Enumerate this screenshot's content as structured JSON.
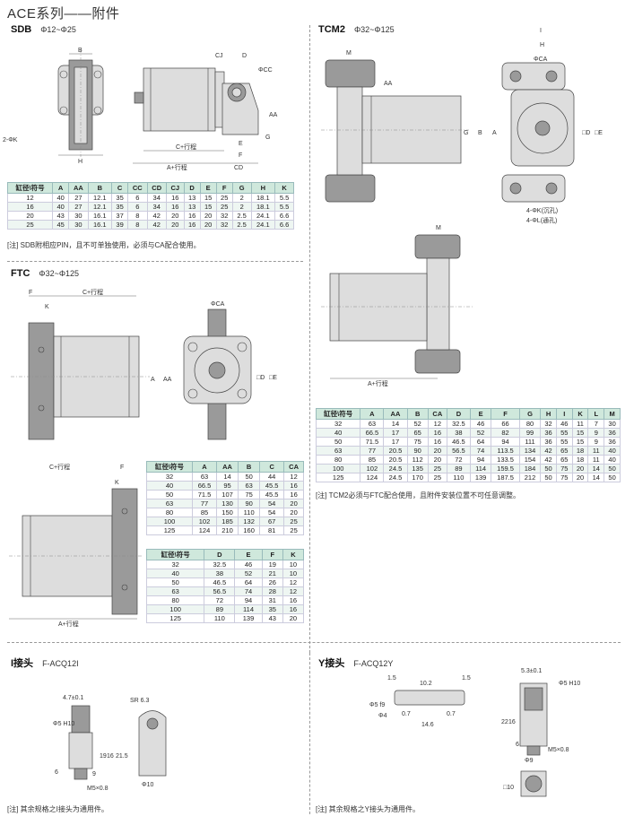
{
  "page_title": "ACE系列——附件",
  "sdb": {
    "title": "SDB",
    "range": "Φ12~Φ25",
    "dims": {
      "b": "B",
      "h": "H",
      "phik": "2-ΦK",
      "cj": "CJ",
      "d": "D",
      "phicc": "ΦCC",
      "aa": "AA",
      "g": "G",
      "e": "E",
      "f": "F",
      "cstroke": "C+行程",
      "astroke": "A+行程",
      "cd": "CD"
    },
    "headers": [
      "缸径\\符号",
      "A",
      "AA",
      "B",
      "C",
      "CC",
      "CD",
      "CJ",
      "D",
      "E",
      "F",
      "G",
      "H",
      "K"
    ],
    "rows": [
      [
        "12",
        "40",
        "27",
        "12.1",
        "35",
        "6",
        "34",
        "16",
        "13",
        "15",
        "25",
        "2",
        "18.1",
        "5.5"
      ],
      [
        "16",
        "40",
        "27",
        "12.1",
        "35",
        "6",
        "34",
        "16",
        "13",
        "15",
        "25",
        "2",
        "18.1",
        "5.5"
      ],
      [
        "20",
        "43",
        "30",
        "16.1",
        "37",
        "8",
        "42",
        "20",
        "16",
        "20",
        "32",
        "2.5",
        "24.1",
        "6.6"
      ],
      [
        "25",
        "45",
        "30",
        "16.1",
        "39",
        "8",
        "42",
        "20",
        "16",
        "20",
        "32",
        "2.5",
        "24.1",
        "6.6"
      ]
    ],
    "note": "[注] SDB附相应PIN，且不可单独使用，必须与CA配合使用。"
  },
  "tcm2": {
    "title": "TCM2",
    "range": "Φ32~Φ125",
    "dims": {
      "m": "M",
      "aa": "AA",
      "i": "I",
      "h": "H",
      "phica": "ΦCA",
      "g": "G",
      "b": "B",
      "a": "A",
      "d": "□D",
      "e": "□E",
      "k": "4-ΦK(沉孔)",
      "l": "4-ΦL(通孔)",
      "astroke": "A+行程"
    },
    "headers": [
      "缸径\\符号",
      "A",
      "AA",
      "B",
      "CA",
      "D",
      "E",
      "F",
      "G",
      "H",
      "I",
      "K",
      "L",
      "M"
    ],
    "rows": [
      [
        "32",
        "63",
        "14",
        "52",
        "12",
        "32.5",
        "46",
        "66",
        "80",
        "32",
        "46",
        "11",
        "7",
        "30"
      ],
      [
        "40",
        "66.5",
        "17",
        "65",
        "16",
        "38",
        "52",
        "82",
        "99",
        "36",
        "55",
        "15",
        "9",
        "36"
      ],
      [
        "50",
        "71.5",
        "17",
        "75",
        "16",
        "46.5",
        "64",
        "94",
        "111",
        "36",
        "55",
        "15",
        "9",
        "36"
      ],
      [
        "63",
        "77",
        "20.5",
        "90",
        "20",
        "56.5",
        "74",
        "113.5",
        "134",
        "42",
        "65",
        "18",
        "11",
        "40"
      ],
      [
        "80",
        "85",
        "20.5",
        "112",
        "20",
        "72",
        "94",
        "133.5",
        "154",
        "42",
        "65",
        "18",
        "11",
        "40"
      ],
      [
        "100",
        "102",
        "24.5",
        "135",
        "25",
        "89",
        "114",
        "159.5",
        "184",
        "50",
        "75",
        "20",
        "14",
        "50"
      ],
      [
        "125",
        "124",
        "24.5",
        "170",
        "25",
        "110",
        "139",
        "187.5",
        "212",
        "50",
        "75",
        "20",
        "14",
        "50"
      ]
    ],
    "note": "[注] TCM2必须与FTC配合使用，且附件安装位置不可任意调整。"
  },
  "ftc": {
    "title": "FTC",
    "range": "Φ32~Φ125",
    "dims": {
      "f": "F",
      "k": "K",
      "cstroke": "C+行程",
      "phica": "ΦCA",
      "a": "A",
      "aa": "AA",
      "d": "□D",
      "e": "□E",
      "astroke": "A+行程"
    },
    "headers1": [
      "缸径\\符号",
      "A",
      "AA",
      "B",
      "C",
      "CA"
    ],
    "rows1": [
      [
        "32",
        "63",
        "14",
        "50",
        "44",
        "12"
      ],
      [
        "40",
        "66.5",
        "95",
        "63",
        "45.5",
        "16"
      ],
      [
        "50",
        "71.5",
        "107",
        "75",
        "45.5",
        "16"
      ],
      [
        "63",
        "77",
        "130",
        "90",
        "54",
        "20"
      ],
      [
        "80",
        "85",
        "150",
        "110",
        "54",
        "20"
      ],
      [
        "100",
        "102",
        "185",
        "132",
        "67",
        "25"
      ],
      [
        "125",
        "124",
        "210",
        "160",
        "81",
        "25"
      ]
    ],
    "headers2": [
      "缸径\\符号",
      "D",
      "E",
      "F",
      "K"
    ],
    "rows2": [
      [
        "32",
        "32.5",
        "46",
        "19",
        "10"
      ],
      [
        "40",
        "38",
        "52",
        "21",
        "10"
      ],
      [
        "50",
        "46.5",
        "64",
        "26",
        "12"
      ],
      [
        "63",
        "56.5",
        "74",
        "28",
        "12"
      ],
      [
        "80",
        "72",
        "94",
        "31",
        "16"
      ],
      [
        "100",
        "89",
        "114",
        "35",
        "16"
      ],
      [
        "125",
        "110",
        "139",
        "43",
        "20"
      ]
    ]
  },
  "ijoint": {
    "title": "I接头",
    "model": "F-ACQ12I",
    "dims": {
      "w": "4.7±0.1",
      "h10": "Φ5 H10",
      "d19": "19",
      "d16": "16",
      "d215": "21.5",
      "d9": "9",
      "d6": "6",
      "m5": "M5×0.8",
      "sr": "SR 6.3",
      "phi10": "Φ10"
    },
    "note": "[注] 其余规格之I接头为通用件。"
  },
  "yjoint": {
    "title": "Y接头",
    "model": "F-ACQ12Y",
    "dims": {
      "d15a": "1.5",
      "d102": "10.2",
      "d15b": "1.5",
      "phi5f9": "Φ5 f9",
      "phi4": "Φ4",
      "d07a": "0.7",
      "d07b": "0.7",
      "d146": "14.6",
      "w53": "5.3±0.1",
      "h10": "Φ5 H10",
      "d22": "22",
      "d16": "16",
      "d6": "6",
      "m5": "M5×0.8",
      "phi9": "Φ9",
      "sq10": "□10"
    },
    "note": "[注] 其余规格之Y接头为通用件。"
  }
}
